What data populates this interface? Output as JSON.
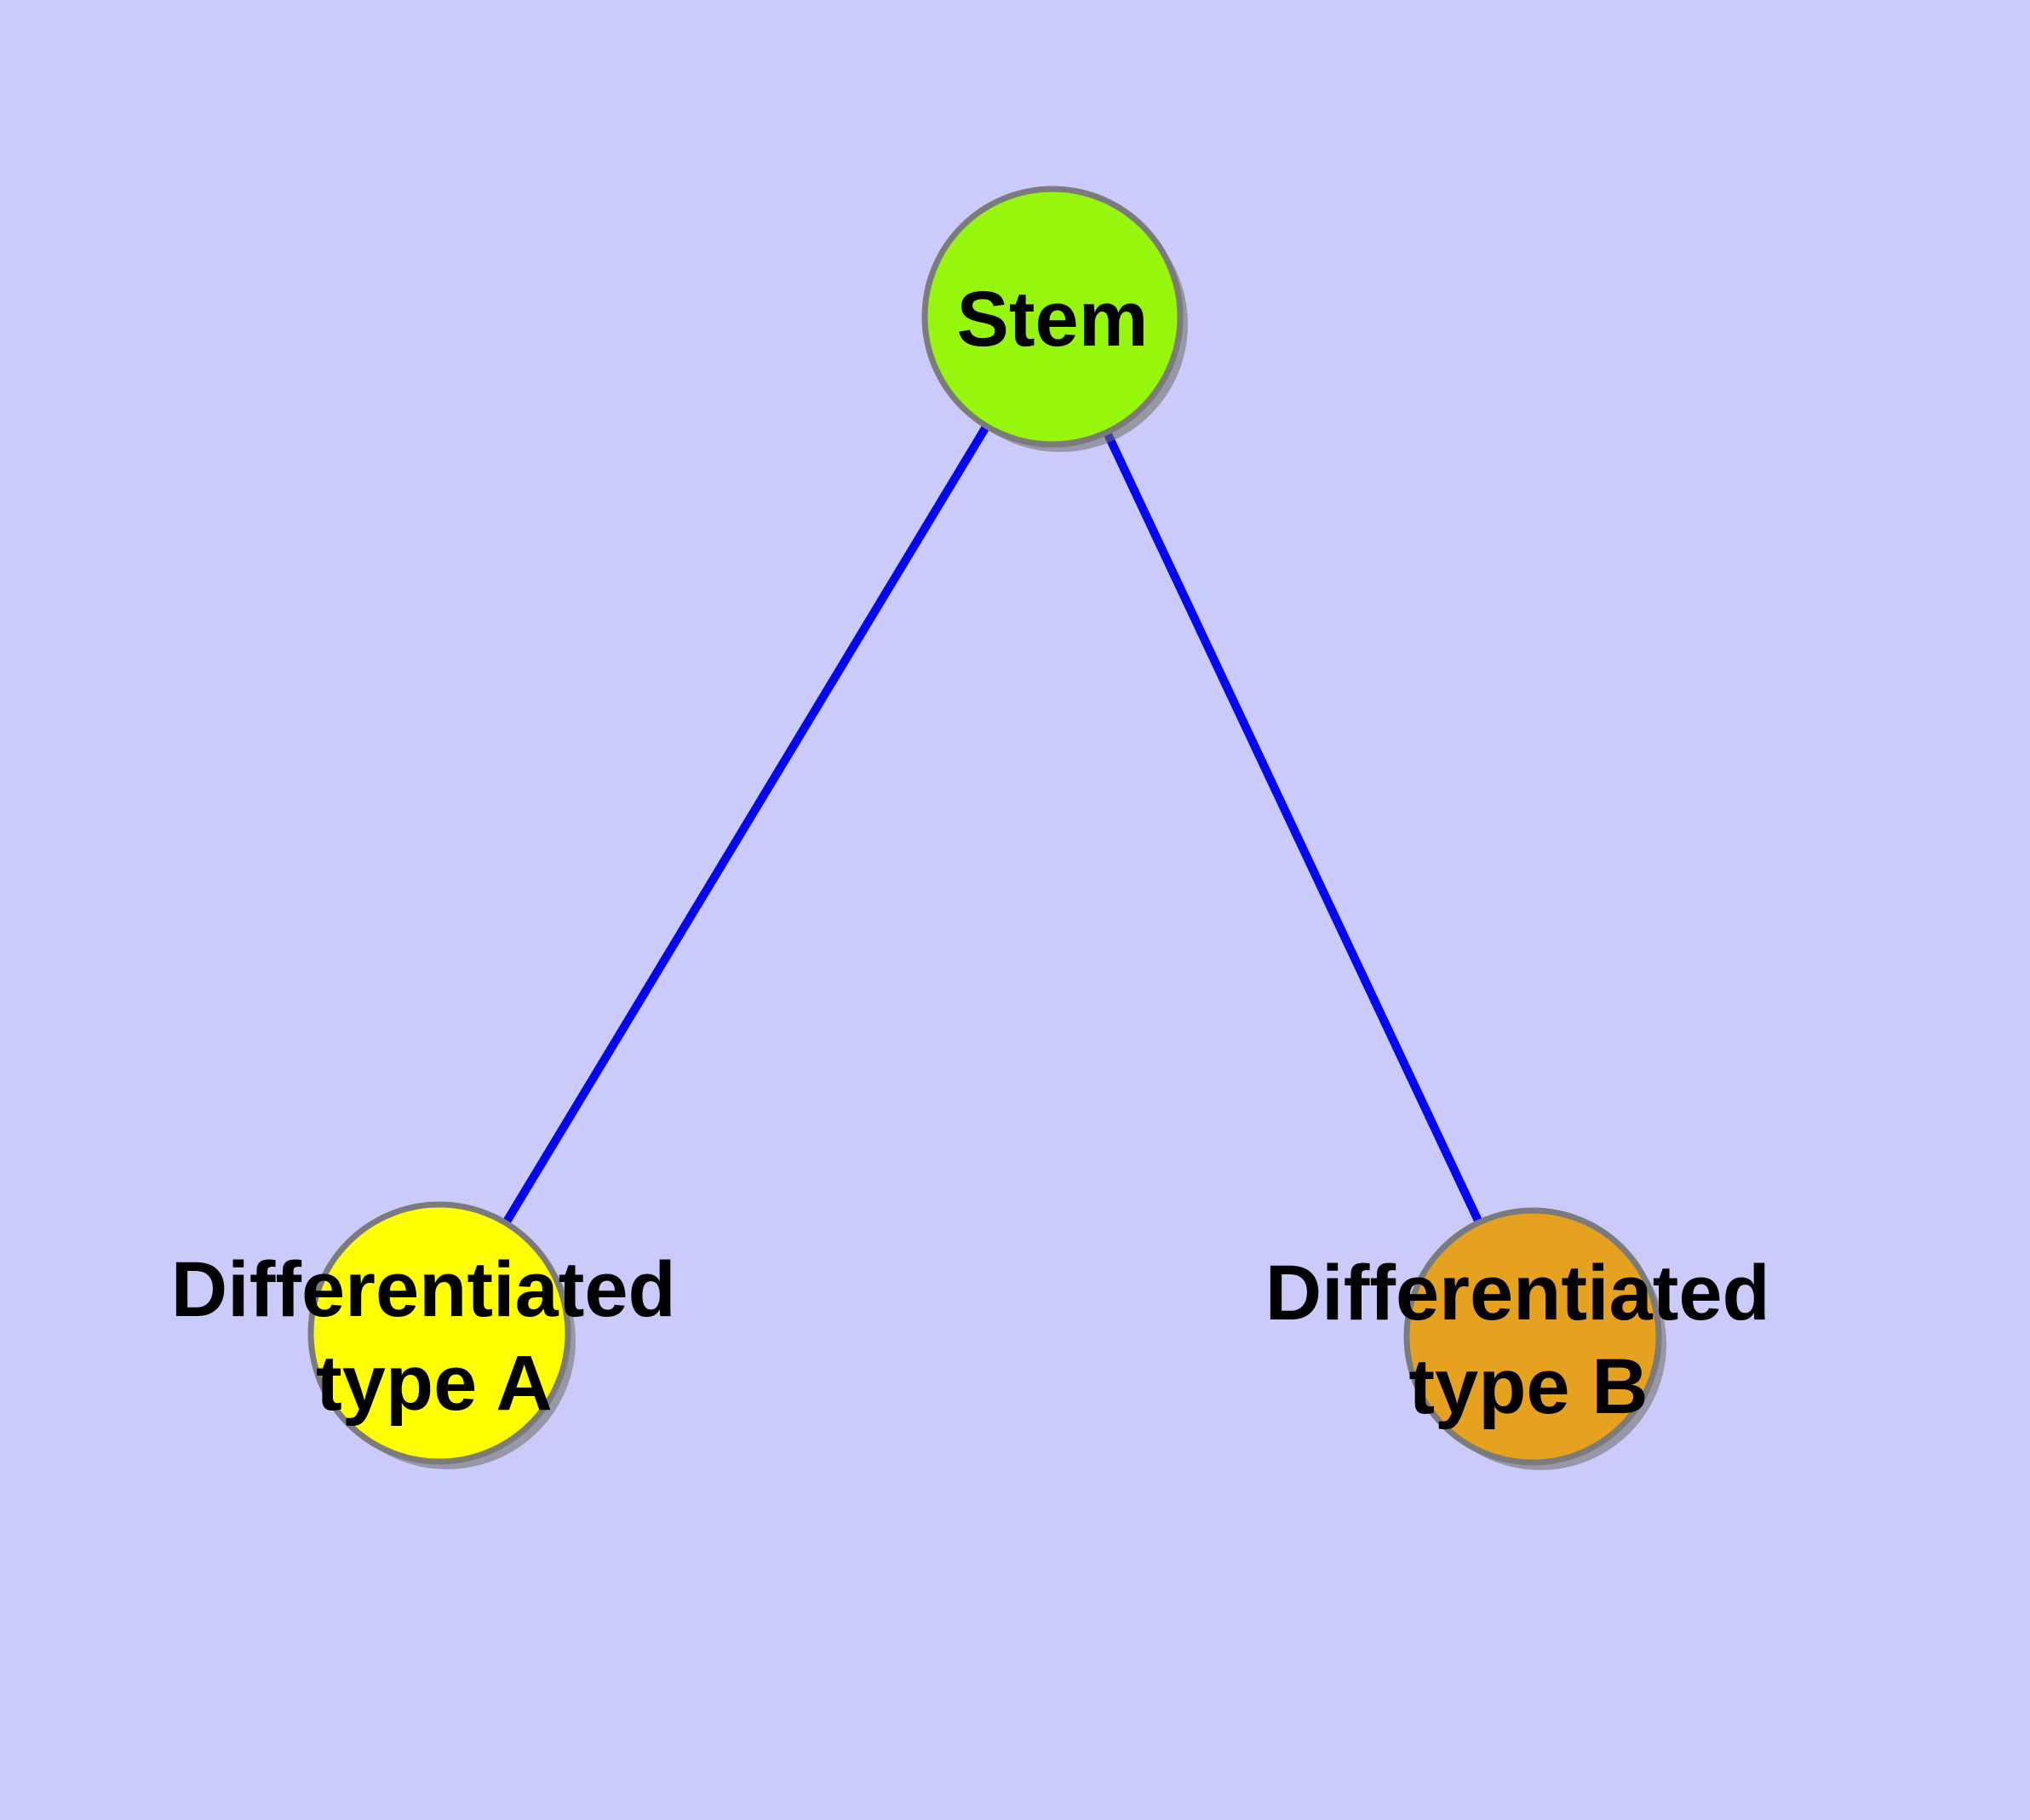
{
  "diagram": {
    "type": "graph",
    "nodes": {
      "stem": {
        "label": "Stem",
        "fill": "#96F60C"
      },
      "type_a": {
        "label": "Differentiated type A",
        "label_line1": "Differentiated",
        "label_line2": "type A",
        "fill": "#FFFF00"
      },
      "type_b": {
        "label": "Differentiated type B",
        "label_line1": "Differentiated",
        "label_line2": "type B",
        "fill": "#E6A11E"
      }
    },
    "edges": [
      {
        "from": "Stem",
        "to": "Differentiated type A"
      },
      {
        "from": "Stem",
        "to": "Differentiated type B"
      }
    ],
    "colors": {
      "background": "#CBCBFB",
      "node_border": "#7B7B7B",
      "node_shadow": "#6E6E66",
      "edge": "#0505F5",
      "label": "#000000"
    }
  }
}
